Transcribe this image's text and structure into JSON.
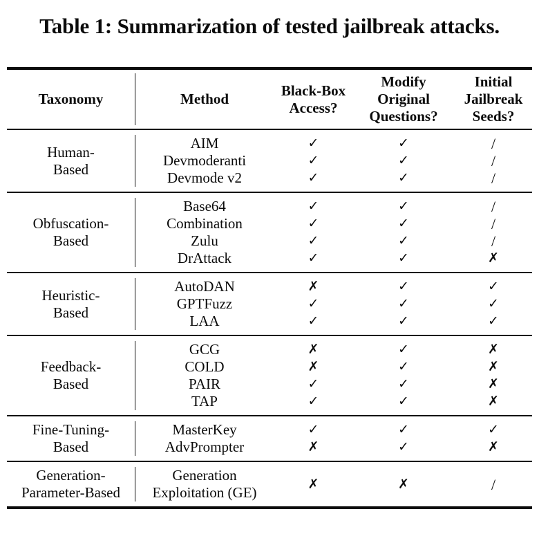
{
  "title": "Table 1: Summarization of tested jailbreak attacks.",
  "table": {
    "headers": {
      "taxonomy": "Taxonomy",
      "method": "Method",
      "black_box_lines": [
        "Black-Box",
        "Access?"
      ],
      "modify_lines": [
        "Modify",
        "Original",
        "Questions?"
      ],
      "seeds_lines": [
        "Initial",
        "Jailbreak",
        "Seeds?"
      ]
    },
    "legend": {
      "yes": "✓",
      "no": "✗",
      "not_applicable": "/"
    },
    "groups": [
      {
        "taxonomy": [
          "Human-",
          "Based"
        ],
        "rows": [
          {
            "method": "AIM",
            "marks": [
              "✓",
              "✓",
              "/"
            ]
          },
          {
            "method": "Devmoderanti",
            "marks": [
              "✓",
              "✓",
              "/"
            ]
          },
          {
            "method": "Devmode v2",
            "marks": [
              "✓",
              "✓",
              "/"
            ]
          }
        ]
      },
      {
        "taxonomy": [
          "Obfuscation-",
          "Based"
        ],
        "rows": [
          {
            "method": "Base64",
            "marks": [
              "✓",
              "✓",
              "/"
            ]
          },
          {
            "method": "Combination",
            "marks": [
              "✓",
              "✓",
              "/"
            ]
          },
          {
            "method": "Zulu",
            "marks": [
              "✓",
              "✓",
              "/"
            ]
          },
          {
            "method": "DrAttack",
            "marks": [
              "✓",
              "✓",
              "✗"
            ]
          }
        ]
      },
      {
        "taxonomy": [
          "Heuristic-",
          "Based"
        ],
        "rows": [
          {
            "method": "AutoDAN",
            "marks": [
              "✗",
              "✓",
              "✓"
            ]
          },
          {
            "method": "GPTFuzz",
            "marks": [
              "✓",
              "✓",
              "✓"
            ]
          },
          {
            "method": "LAA",
            "marks": [
              "✓",
              "✓",
              "✓"
            ]
          }
        ]
      },
      {
        "taxonomy": [
          "Feedback-",
          "Based"
        ],
        "rows": [
          {
            "method": "GCG",
            "marks": [
              "✗",
              "✓",
              "✗"
            ]
          },
          {
            "method": "COLD",
            "marks": [
              "✗",
              "✓",
              "✗"
            ]
          },
          {
            "method": "PAIR",
            "marks": [
              "✓",
              "✓",
              "✗"
            ]
          },
          {
            "method": "TAP",
            "marks": [
              "✓",
              "✓",
              "✗"
            ]
          }
        ]
      },
      {
        "taxonomy": [
          "Fine-Tuning-",
          "Based"
        ],
        "rows": [
          {
            "method": "MasterKey",
            "marks": [
              "✓",
              "✓",
              "✓"
            ]
          },
          {
            "method": "AdvPrompter",
            "marks": [
              "✗",
              "✓",
              "✗"
            ]
          }
        ]
      },
      {
        "taxonomy": [
          "Generation-",
          "Parameter-Based"
        ],
        "rows": [
          {
            "method": "Generation Exploitation (GE)",
            "marks": [
              "✗",
              "✗",
              "/"
            ]
          }
        ]
      }
    ]
  }
}
